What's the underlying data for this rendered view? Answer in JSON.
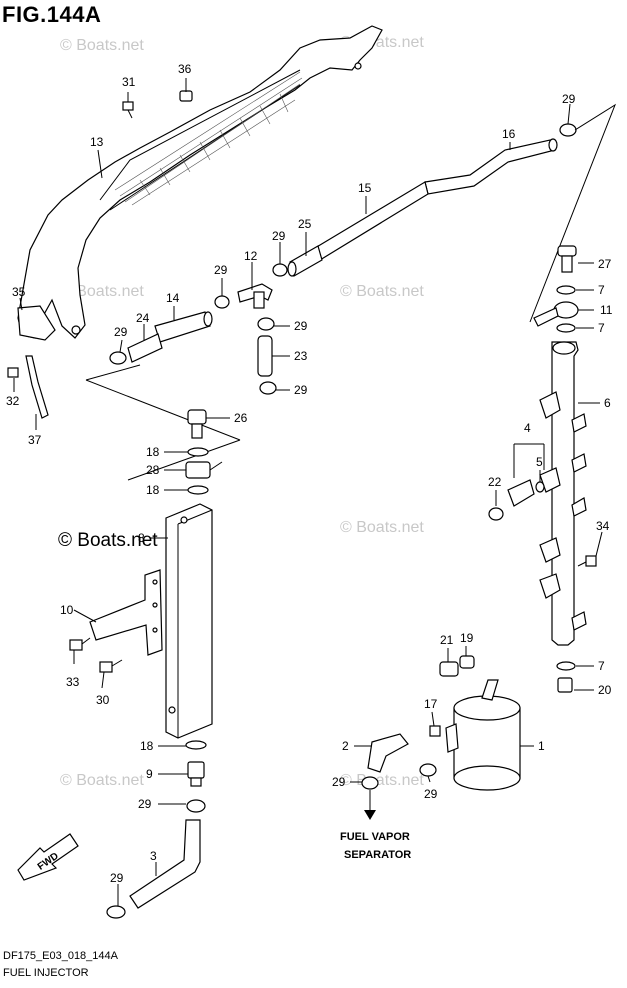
{
  "figure": {
    "title": "FIG.144A",
    "code": "DF175_E03_018_144A",
    "name": "FUEL INJECTOR"
  },
  "watermark": {
    "text": "© Boats.net",
    "dark_text": "© Boats.net"
  },
  "note": {
    "line1": "FUEL VAPOR",
    "line2": "SEPARATOR"
  },
  "direction_label": "FWD",
  "callouts": {
    "c31": "31",
    "c36": "36",
    "c13": "13",
    "c29a": "29",
    "c16": "16",
    "c15": "15",
    "c25": "25",
    "c29b": "29",
    "c12": "12",
    "c29c": "29",
    "c27": "27",
    "c7a": "7",
    "c11": "11",
    "c7b": "7",
    "c35": "35",
    "c14": "14",
    "c24": "24",
    "c29d": "29",
    "c29e": "29",
    "c23": "23",
    "c29f": "29",
    "c6": "6",
    "c32": "32",
    "c26": "26",
    "c37": "37",
    "c4": "4",
    "c18a": "18",
    "c28": "28",
    "c5": "5",
    "c22": "22",
    "c18b": "18",
    "c8": "8",
    "c34": "34",
    "c10": "10",
    "c21": "21",
    "c19": "19",
    "c7c": "7",
    "c33": "33",
    "c20": "20",
    "c30": "30",
    "c17": "17",
    "c2": "2",
    "c1": "1",
    "c18c": "18",
    "c9": "9",
    "c29g": "29",
    "c29h": "29",
    "c29i": "29",
    "c3": "3",
    "c29j": "29"
  }
}
